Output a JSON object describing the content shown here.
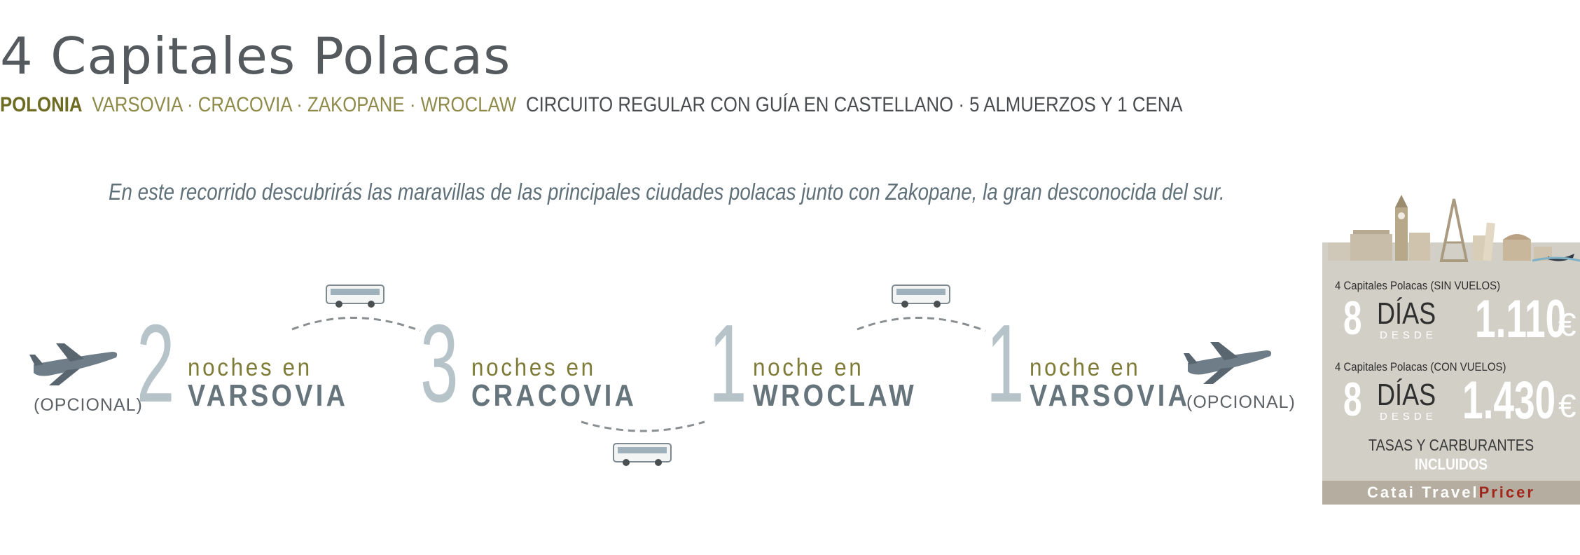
{
  "header": {
    "title": "4 Capitales Polacas",
    "country": "POLONIA",
    "cities": "VARSOVIA · CRACOVIA · ZAKOPANE · WROCLAW",
    "info": "CIRCUITO REGULAR CON GUÍA EN CASTELLANO · 5 ALMUERZOS Y 1 CENA"
  },
  "intro": "En este recorrido descubrirás las maravillas de las principales ciudades polacas junto con Zakopane, la gran desconocida del sur.",
  "itinerary": {
    "optional_start": "(OPCIONAL)",
    "optional_end": "(OPCIONAL)",
    "stops": [
      {
        "nights": "2",
        "label": "noches en",
        "city": "VARSOVIA"
      },
      {
        "nights": "3",
        "label": "noches en",
        "city": "CRACOVIA"
      },
      {
        "nights": "1",
        "label": "noche en",
        "city": "WROCLAW"
      },
      {
        "nights": "1",
        "label": "noche en",
        "city": "VARSOVIA"
      }
    ]
  },
  "pricing": {
    "options": [
      {
        "title": "4 Capitales Polacas (SIN VUELOS)",
        "days": "8",
        "days_label": "DÍAS",
        "from_label": "DESDE",
        "price": "1.110",
        "currency": "€"
      },
      {
        "title": "4 Capitales Polacas (CON VUELOS)",
        "days": "8",
        "days_label": "DÍAS",
        "from_label": "DESDE",
        "price": "1.430",
        "currency": "€"
      }
    ],
    "taxes": "TASAS Y CARBURANTES",
    "taxes_included": "INCLUIDOS",
    "brand_part1": "Catai Travel",
    "brand_part2": "Pricer"
  },
  "colors": {
    "number": "#b6c4c9",
    "olive": "#7d7b36",
    "city": "#66747b",
    "panel": "#d1cfc6",
    "brand_red": "#a3261c"
  },
  "icons": [
    "airplane-icon",
    "bus-icon",
    "skyline-illustration"
  ]
}
